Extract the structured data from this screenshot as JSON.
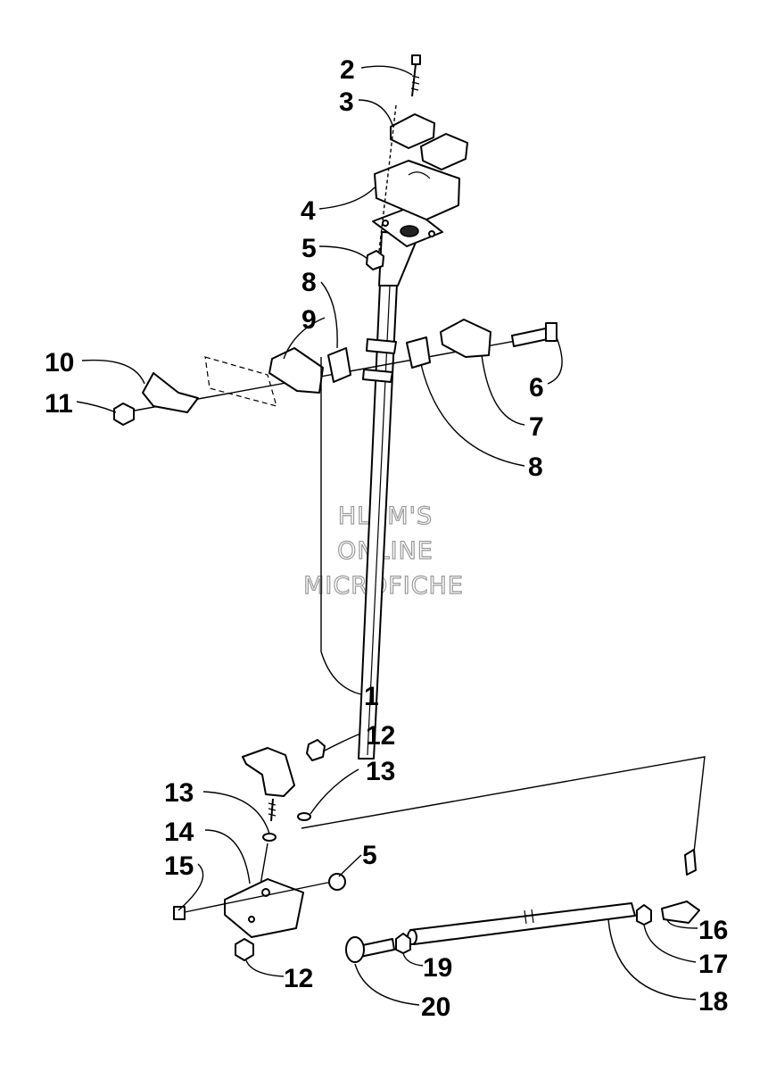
{
  "watermark": {
    "line1": "HLSM'S",
    "line2": "ONLINE",
    "line3": "MICROFICHE"
  },
  "callouts": [
    {
      "key": "p2",
      "text": "2"
    },
    {
      "key": "p3",
      "text": "3"
    },
    {
      "key": "p4",
      "text": "4"
    },
    {
      "key": "p5a",
      "text": "5"
    },
    {
      "key": "p8a",
      "text": "8"
    },
    {
      "key": "p9",
      "text": "9"
    },
    {
      "key": "p10",
      "text": "10"
    },
    {
      "key": "p11",
      "text": "11"
    },
    {
      "key": "p6",
      "text": "6"
    },
    {
      "key": "p7",
      "text": "7"
    },
    {
      "key": "p8b",
      "text": "8"
    },
    {
      "key": "p1",
      "text": "1"
    },
    {
      "key": "p12a",
      "text": "12"
    },
    {
      "key": "p13a",
      "text": "13"
    },
    {
      "key": "p13b",
      "text": "13"
    },
    {
      "key": "p14",
      "text": "14"
    },
    {
      "key": "p15",
      "text": "15"
    },
    {
      "key": "p5b",
      "text": "5"
    },
    {
      "key": "p12b",
      "text": "12"
    },
    {
      "key": "p16",
      "text": "16"
    },
    {
      "key": "p17",
      "text": "17"
    },
    {
      "key": "p18",
      "text": "18"
    },
    {
      "key": "p19",
      "text": "19"
    },
    {
      "key": "p20",
      "text": "20"
    }
  ]
}
